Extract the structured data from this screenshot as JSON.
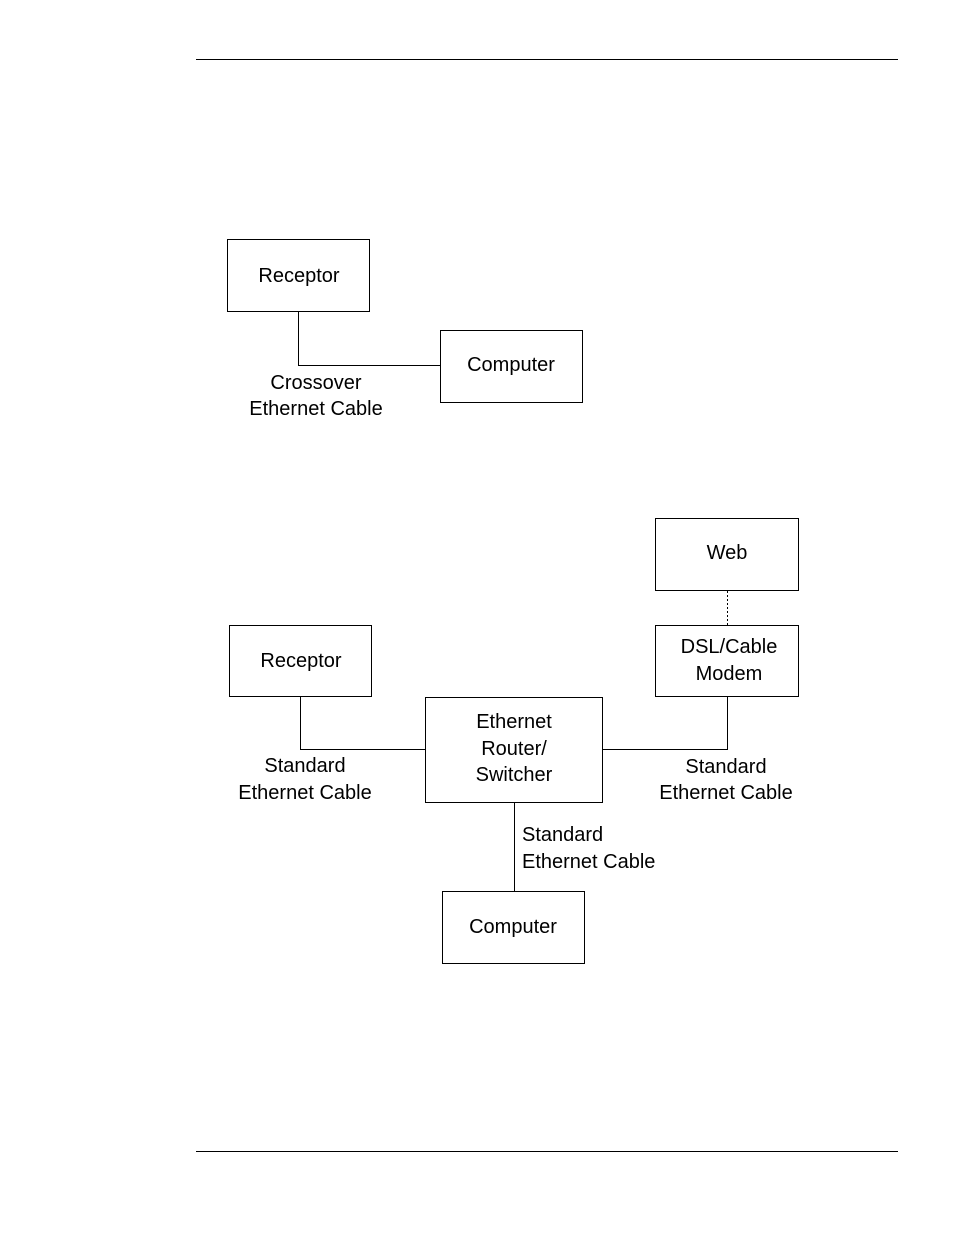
{
  "diagram_direct": {
    "receptor_label": "Receptor",
    "computer_label": "Computer",
    "cable_line1": "Crossover",
    "cable_line2": "Ethernet Cable"
  },
  "diagram_network": {
    "web_label": "Web",
    "modem_line1": "DSL/Cable",
    "modem_line2": "Modem",
    "receptor_label": "Receptor",
    "router_line1": "Ethernet",
    "router_line2": "Router/",
    "router_line3": "Switcher",
    "computer_label": "Computer",
    "left_cable_line1": "Standard",
    "left_cable_line2": "Ethernet Cable",
    "right_cable_line1": "Standard",
    "right_cable_line2": "Ethernet Cable",
    "bottom_cable_line1": "Standard",
    "bottom_cable_line2": "Ethernet Cable"
  }
}
